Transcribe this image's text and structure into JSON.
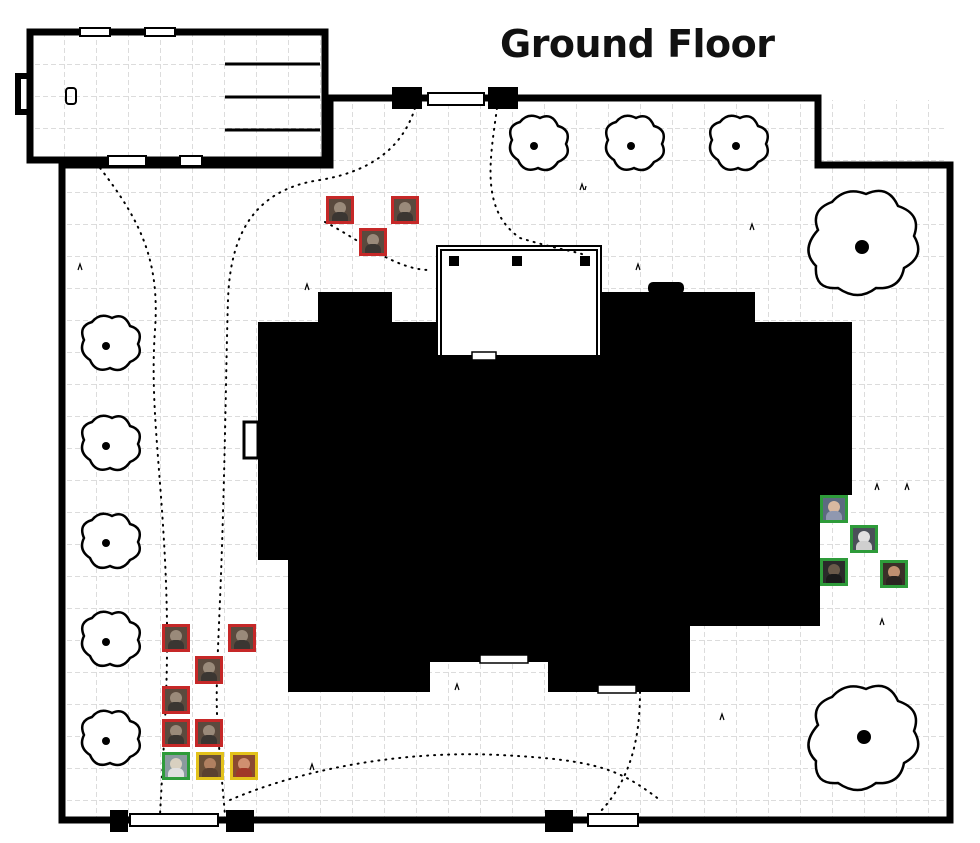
{
  "map": {
    "title": "Ground Floor"
  },
  "tokens": {
    "enemies": {
      "border_color": "#c62828",
      "count": 9
    },
    "party": {
      "border_color": "#2e9b3a",
      "count": 5
    },
    "neutral": {
      "border_color": "#e3c21b",
      "count": 2
    }
  },
  "colors": {
    "wall": "#000000",
    "grid": "#b0b0b0",
    "floor": "#ffffff"
  }
}
